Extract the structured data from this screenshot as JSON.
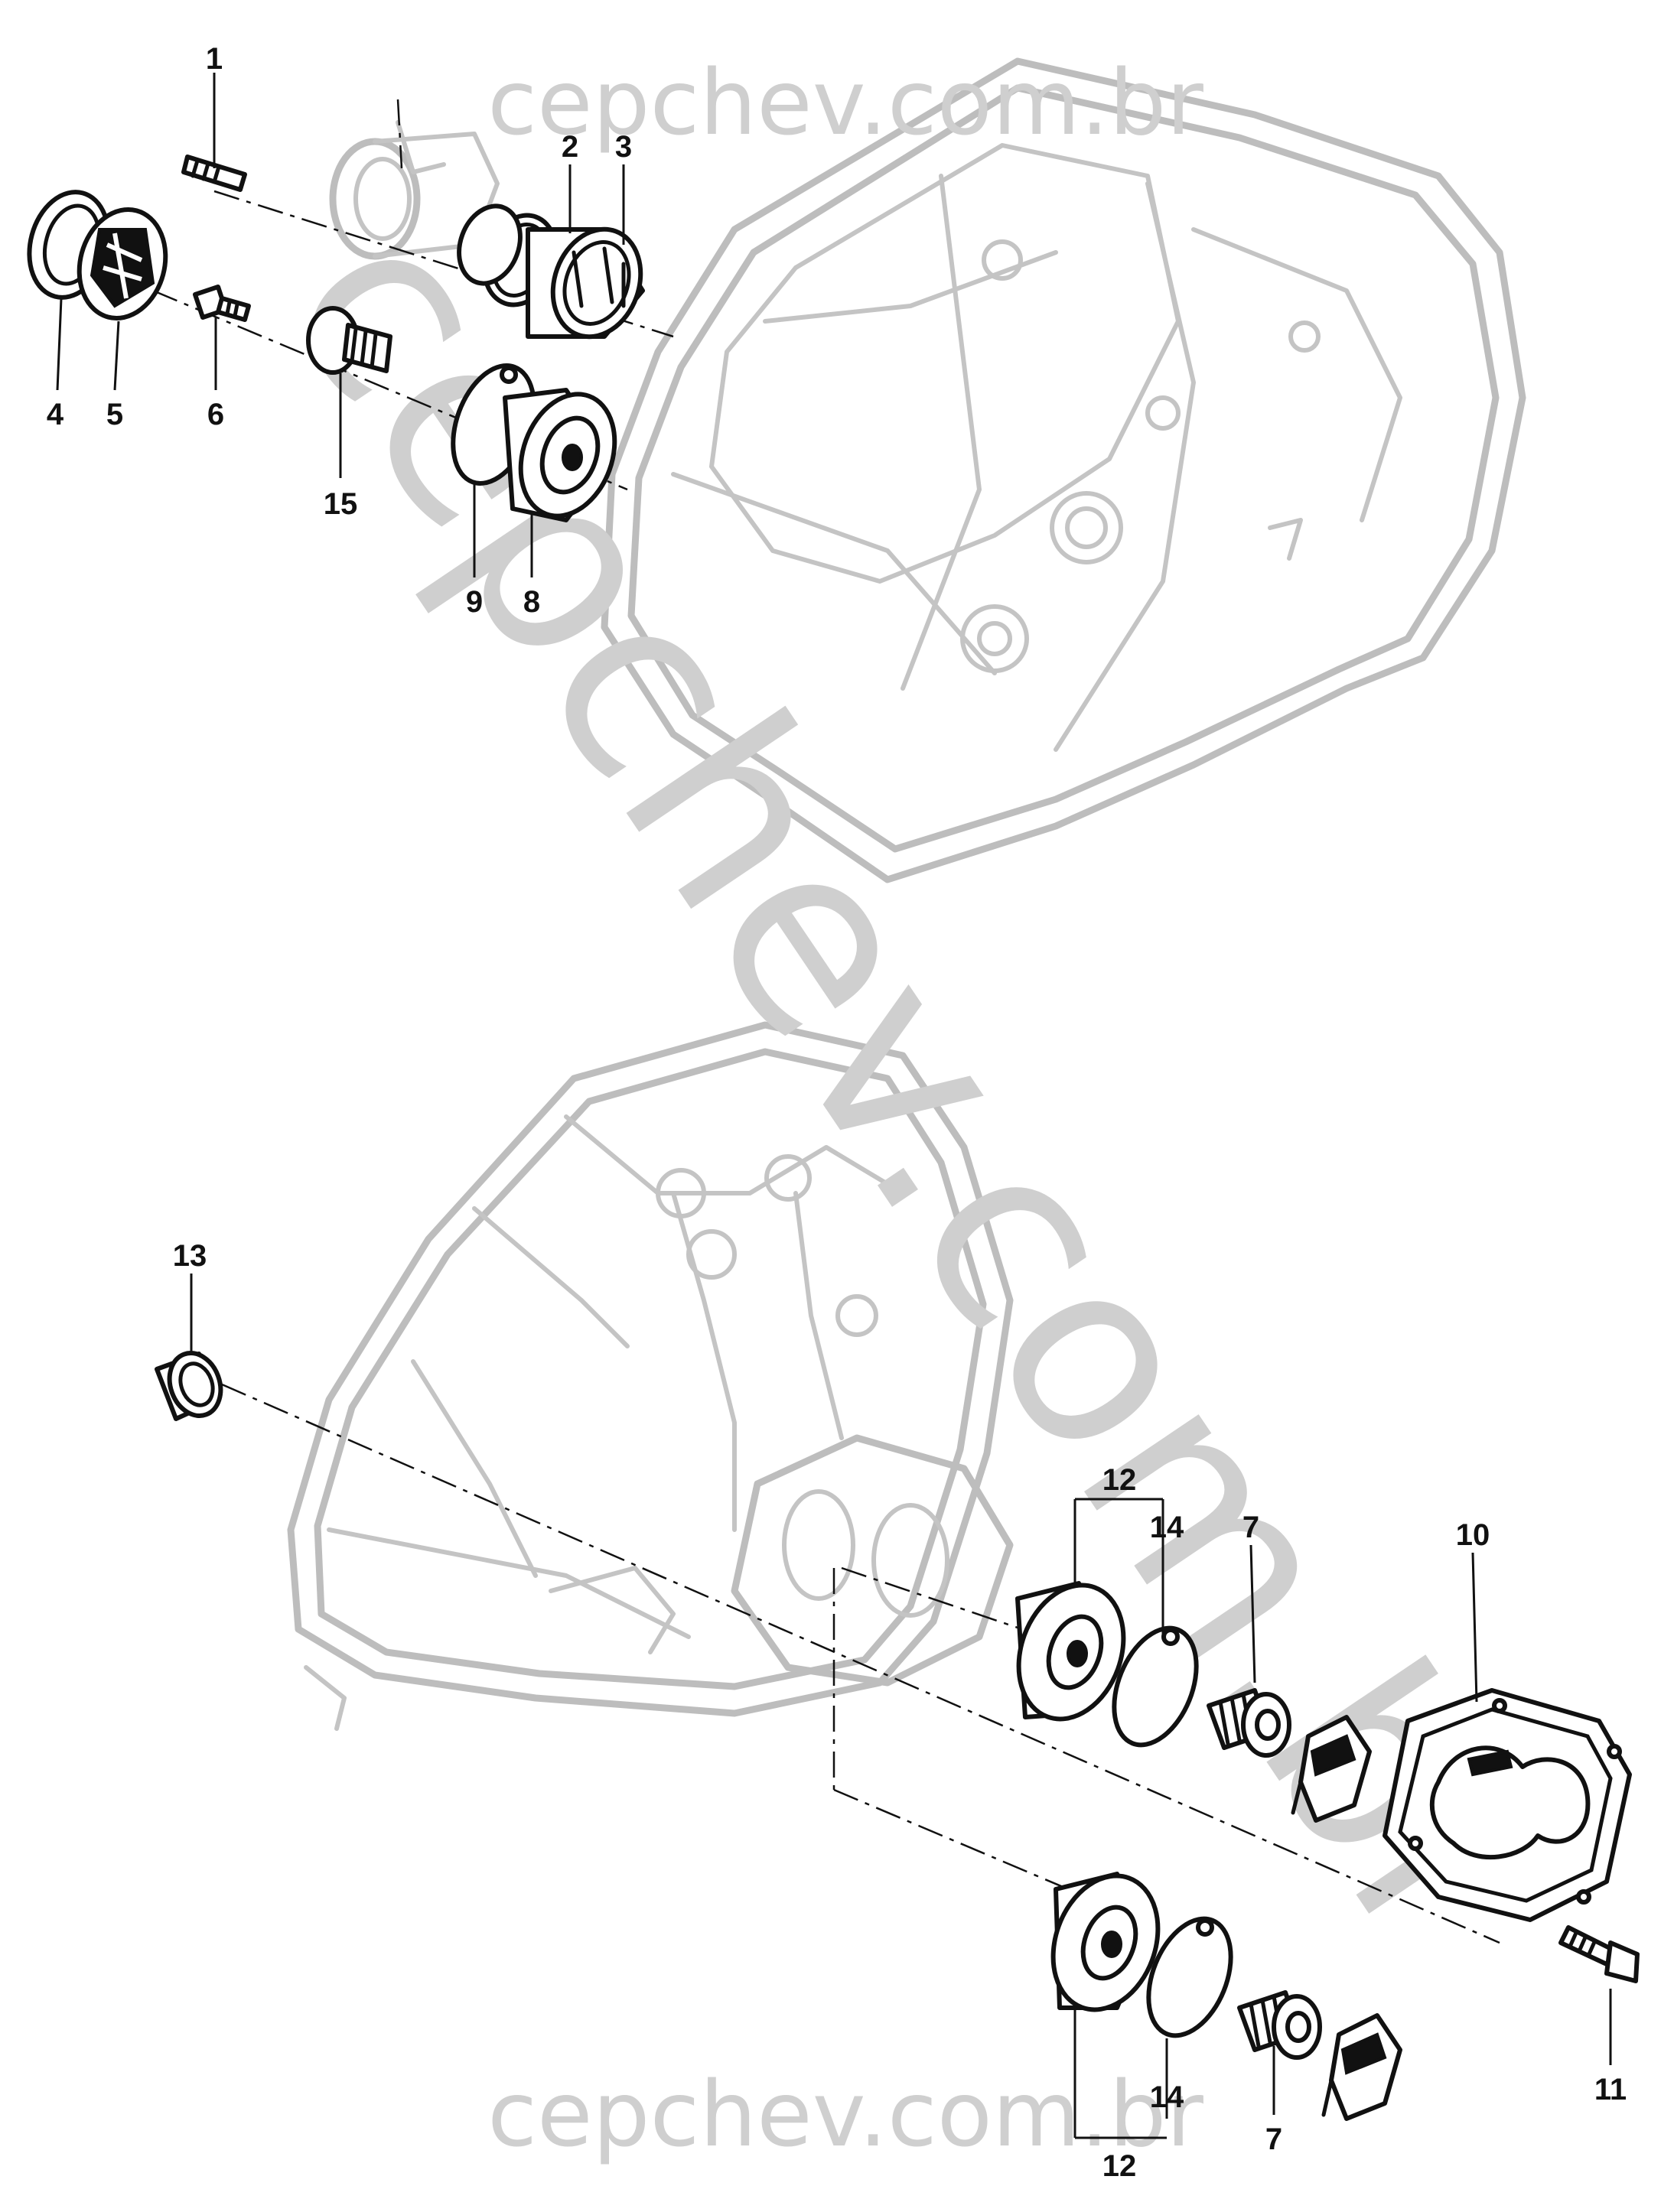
{
  "watermark": {
    "top": "cepchev.com.br",
    "diagonal": "cepchev.com.br",
    "bottom": "cepchev.com.br"
  },
  "labels": {
    "p1": "1",
    "p2": "2",
    "p3": "3",
    "p4": "4",
    "p5": "5",
    "p6": "6",
    "p15": "15",
    "p9": "9",
    "p8": "8",
    "p13": "13",
    "p12_top": "12",
    "p14_top": "14",
    "p7_top": "7",
    "p10": "10",
    "p11": "11",
    "p7_bottom": "7",
    "p14_bottom": "14",
    "p12_bottom": "12"
  }
}
